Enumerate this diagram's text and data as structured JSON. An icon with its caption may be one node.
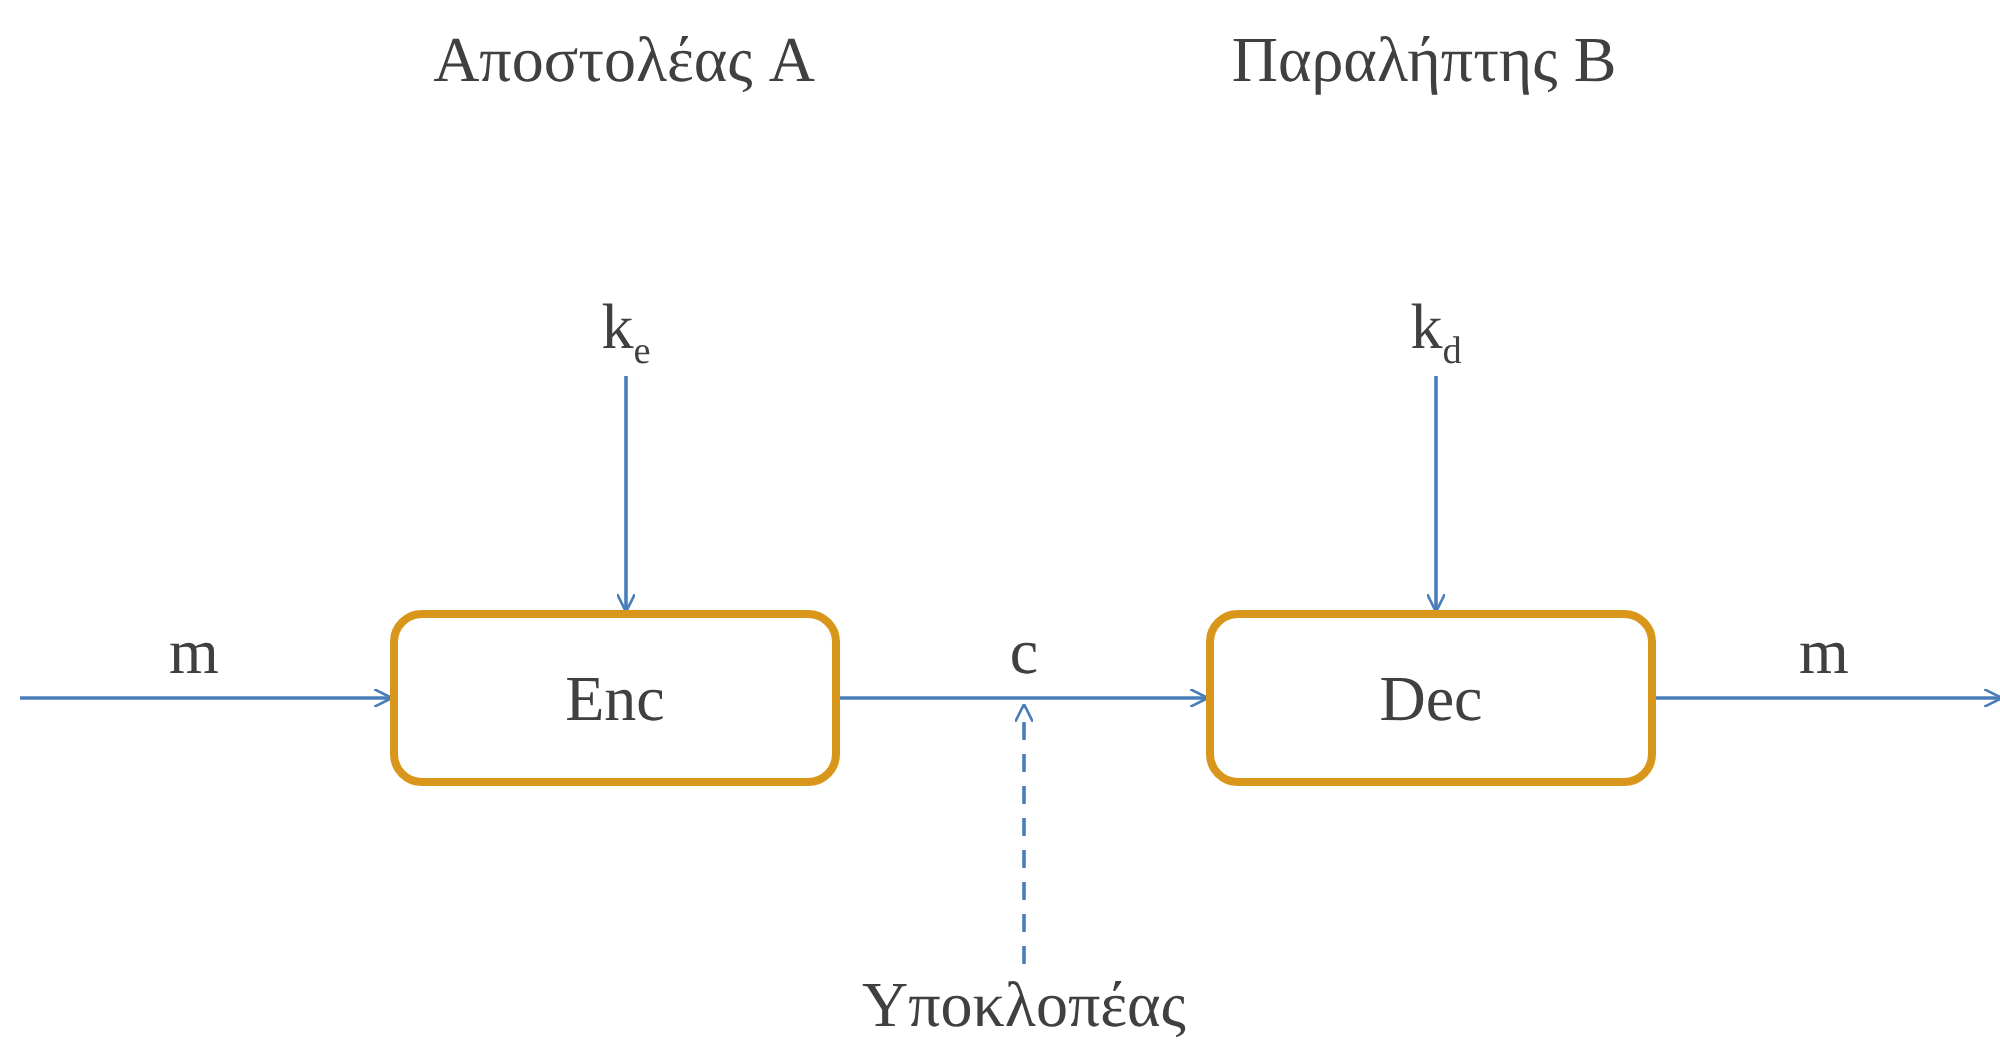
{
  "diagram": {
    "nodes": [
      {
        "text": [
          "k$_{e}$"
        ]
      },
      {
        "text": [
          "k$_{d}$"
        ]
      },
      {
        "text": [
          "Enc"
        ]
      },
      {
        "text": [
          "Dec"
        ]
      },
      {
        "text": [
          "Υποκλοπέας"
        ]
      }
    ],
    "edges": [
      {
        "from": null,
        "to": 2,
        "arrow": "to",
        "label": "m"
      },
      {
        "from": 0,
        "to": 2,
        "arrow": "to"
      },
      {
        "from": 2,
        "to": 3,
        "arrow": "to",
        "label": "c"
      },
      {
        "from": 1,
        "to": 3,
        "arrow": "to"
      },
      {
        "from": 3,
        "to": null,
        "arrow": "to",
        "label": "m"
      },
      {
        "from": 4,
        "to": null,
        "arrow": "to",
        "style": "dashed"
      }
    ],
    "labels": [
      "Αποστολέας A",
      "Παραλήπτης B"
    ]
  }
}
